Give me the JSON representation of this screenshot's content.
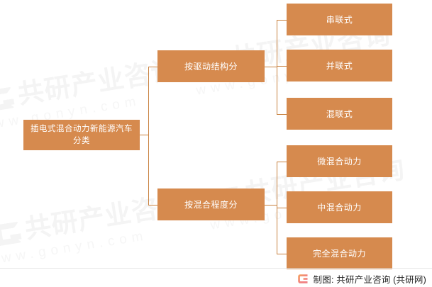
{
  "diagram": {
    "type": "tree",
    "orientation": "left-to-right",
    "colors": {
      "node_fill": "#d68a4e",
      "node_text": "#ffffff",
      "connector": "#c8813f",
      "background": "#ffffff",
      "watermark": "#f4f4f4",
      "footer_rule": "#e6e6e6",
      "footer_text": "#222222",
      "logo_orange": "#f08a4b",
      "logo_pink": "#f2827f"
    },
    "root": {
      "label": "插电式混合动力新能源汽车分类"
    },
    "branches": [
      {
        "label": "按驱动结构分",
        "children": [
          {
            "label": "串联式"
          },
          {
            "label": "并联式"
          },
          {
            "label": "混联式"
          }
        ]
      },
      {
        "label": "按混合程度分",
        "children": [
          {
            "label": "微混合动力"
          },
          {
            "label": "中混合动力"
          },
          {
            "label": "完全混合动力"
          }
        ]
      }
    ]
  },
  "footer": {
    "logo_icon": "gonyn-g-logo-icon",
    "credit": "制图: 共研产业咨询 (共研网)"
  },
  "watermark": {
    "brand_text": "共研产业咨询",
    "url_text": "www.gonyn.com",
    "logo_icon": "gonyn-g-logo-watermark-icon"
  }
}
